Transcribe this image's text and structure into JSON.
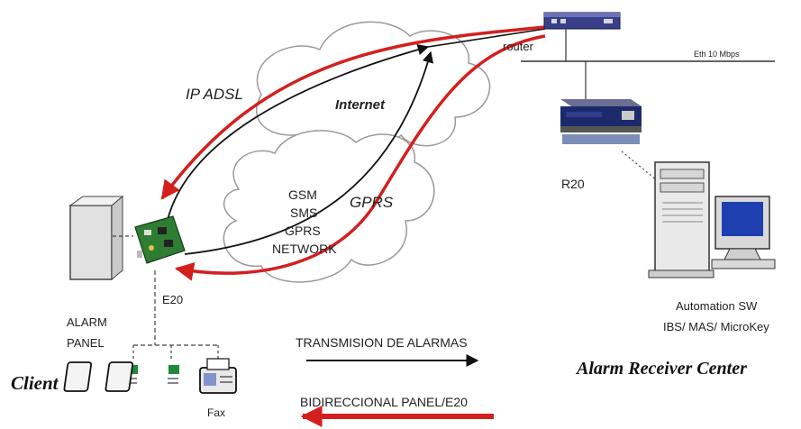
{
  "labels": {
    "router": "router",
    "eth": "Eth 10 Mbps",
    "ip_adsl": "IP ADSL",
    "internet": "Internet",
    "gsm_lines": [
      "GSM",
      "SMS",
      "GPRS",
      "NETWORK"
    ],
    "gprs": "GPRS",
    "r20": "R20",
    "e20": "E20",
    "alarm_panel_lines": [
      "ALARM",
      "PANEL"
    ],
    "automation_lines": [
      "Automation SW",
      "IBS/ MAS/ MicroKey"
    ],
    "fax": "Fax",
    "client": "Client",
    "receiver_center": "Alarm Receiver Center"
  },
  "legend": {
    "transmission": "TRANSMISION DE ALARMAS",
    "bidirectional": "BIDIRECCIONAL PANEL/E20"
  },
  "colors": {
    "red": "#d41f1f",
    "black": "#111111",
    "cloud_stroke": "#9a9a9a",
    "board_green": "#2f7d32",
    "device_navy": "#1c2a6b",
    "screen_blue": "#1e3fb0"
  }
}
